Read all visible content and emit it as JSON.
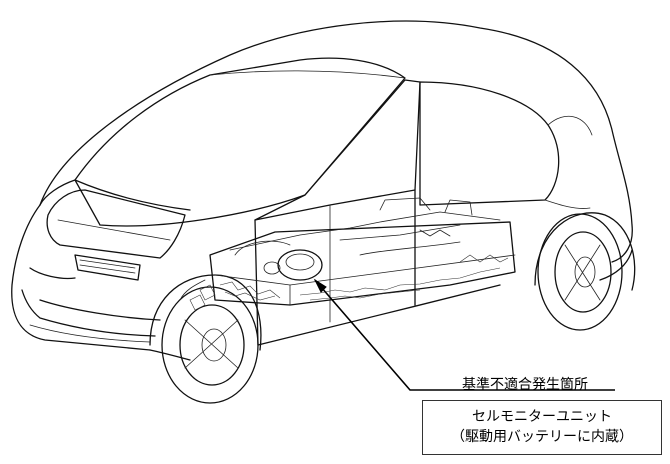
{
  "labels": {
    "defect_location": "基準不適合発生箇所",
    "component_name": "セルモニターユニット",
    "component_note": "（駆動用バッテリーに内蔵）"
  },
  "colors": {
    "line": "#111111",
    "background": "#ffffff"
  }
}
